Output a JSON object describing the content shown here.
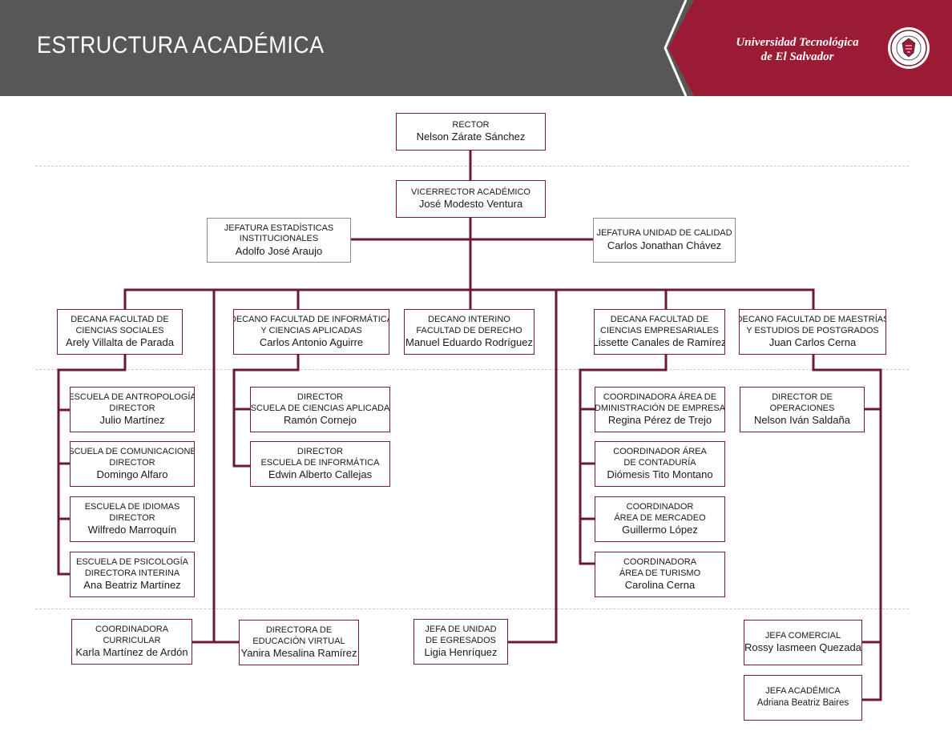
{
  "header": {
    "title": "ESTRUCTURA ACADÉMICA",
    "brand_line1": "Universidad Tecnológica",
    "brand_line2": "de El Salvador"
  },
  "colors": {
    "header_gray": "#575756",
    "brand_maroon": "#9b1b35",
    "line_maroon": "#6b1a30",
    "box_border": "#7a1a33"
  },
  "nodes": {
    "rector": {
      "title": [
        "RECTOR"
      ],
      "name": "Nelson Zárate Sánchez"
    },
    "vicerrector": {
      "title": [
        "VICERRECTOR ACADÉMICO"
      ],
      "name": "José Modesto Ventura"
    },
    "jef_estadisticas": {
      "title": [
        "JEFATURA ESTADÍSTICAS",
        "INSTITUCIONALES"
      ],
      "name": "Adolfo José Araujo"
    },
    "jef_calidad": {
      "title": [
        "JEFATURA UNIDAD DE CALIDAD"
      ],
      "name": "Carlos Jonathan Chávez"
    },
    "dec_sociales": {
      "title": [
        "DECANA FACULTAD DE",
        "CIENCIAS SOCIALES"
      ],
      "name": "Arely Villalta de Parada"
    },
    "dec_informatica": {
      "title": [
        "DECANO FACULTAD DE INFORMÁTICA",
        "Y CIENCIAS APLICADAS"
      ],
      "name": "Carlos Antonio Aguirre"
    },
    "dec_derecho": {
      "title": [
        "DECANO INTERINO",
        "FACULTAD DE DERECHO"
      ],
      "name": "Manuel Eduardo Rodríguez"
    },
    "dec_empresariales": {
      "title": [
        "DECANA FACULTAD DE",
        "CIENCIAS EMPRESARIALES"
      ],
      "name": "Lissette Canales de Ramírez"
    },
    "dec_postgrados": {
      "title": [
        "DECANO FACULTAD DE MAESTRÍAS",
        "Y ESTUDIOS DE POSTGRADOS"
      ],
      "name": "Juan Carlos Cerna"
    },
    "esc_antropologia": {
      "title": [
        "ESCUELA DE ANTROPOLOGÍA",
        "DIRECTOR"
      ],
      "name": "Julio Martínez"
    },
    "esc_comunicaciones": {
      "title": [
        "ESCUELA DE COMUNICACIONES",
        "DIRECTOR"
      ],
      "name": "Domingo Alfaro"
    },
    "esc_idiomas": {
      "title": [
        "ESCUELA DE IDIOMAS",
        "DIRECTOR"
      ],
      "name": "Wilfredo Marroquín"
    },
    "esc_psicologia": {
      "title": [
        "ESCUELA DE PSICOLOGÍA",
        "DIRECTORA INTERINA"
      ],
      "name": "Ana Beatriz Martínez"
    },
    "dir_cienc_aplicadas": {
      "title": [
        "DIRECTOR",
        "ESCUELA DE CIENCIAS APLICADAS"
      ],
      "name": "Ramón Cornejo"
    },
    "dir_informatica": {
      "title": [
        "DIRECTOR",
        "ESCUELA DE INFORMÁTICA"
      ],
      "name": "Edwin Alberto Callejas"
    },
    "coord_admin": {
      "title": [
        "COORDINADORA ÁREA DE",
        "ADMINISTRACIÓN DE EMPRESAS"
      ],
      "name": "Regina Pérez de Trejo"
    },
    "coord_contaduria": {
      "title": [
        "COORDINADOR ÁREA",
        "DE CONTADURÍA"
      ],
      "name": "Diómesis Tito Montano"
    },
    "coord_mercadeo": {
      "title": [
        "COORDINADOR",
        "ÁREA DE MERCADEO"
      ],
      "name": "Guillermo López"
    },
    "coord_turismo": {
      "title": [
        "COORDINADORA",
        "ÁREA DE TURISMO"
      ],
      "name": "Carolina Cerna"
    },
    "dir_operaciones": {
      "title": [
        "DIRECTOR DE",
        "OPERACIONES"
      ],
      "name": "Nelson Iván Saldaña"
    },
    "coord_curricular": {
      "title": [
        "COORDINADORA",
        "CURRICULAR"
      ],
      "name": "Karla Martínez de Ardón"
    },
    "dir_virtual": {
      "title": [
        "DIRECTORA DE",
        "EDUCACIÓN VIRTUAL"
      ],
      "name": "Yanira Mesalina Ramírez"
    },
    "jefa_egresados": {
      "title": [
        "JEFA DE UNIDAD",
        "DE EGRESADOS"
      ],
      "name": "Ligia Henríquez"
    },
    "jefa_comercial": {
      "title": [
        "JEFA COMERCIAL"
      ],
      "name": "Rossy Iasmeen Quezada"
    },
    "jefa_academica": {
      "title": [
        "JEFA ACADÉMICA"
      ],
      "name": "Adriana Beatriz Baires"
    }
  }
}
